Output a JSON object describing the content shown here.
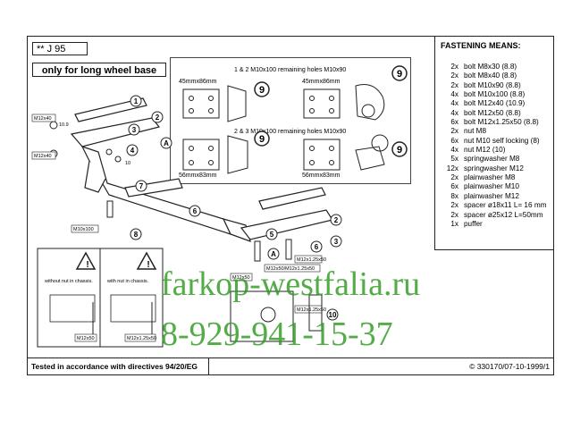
{
  "header": {
    "code": "** J 95",
    "note": "only for long wheel base"
  },
  "fastening": {
    "title": "FASTENING MEANS:",
    "items": [
      {
        "qty": "2x",
        "desc": "bolt M8x30 (8.8)"
      },
      {
        "qty": "2x",
        "desc": "bolt M8x40 (8.8)"
      },
      {
        "qty": "2x",
        "desc": "bolt M10x90 (8.8)"
      },
      {
        "qty": "4x",
        "desc": "bolt M10x100 (8.8)"
      },
      {
        "qty": "4x",
        "desc": "bolt M12x40 (10.9)"
      },
      {
        "qty": "4x",
        "desc": "bolt M12x50 (8.8)"
      },
      {
        "qty": "6x",
        "desc": "bolt M12x1.25x50 (8.8)"
      },
      {
        "qty": "2x",
        "desc": "nut M8"
      },
      {
        "qty": "6x",
        "desc": "nut M10 self locking (8)"
      },
      {
        "qty": "4x",
        "desc": "nut M12 (10)"
      },
      {
        "qty": "5x",
        "desc": "springwasher M8"
      },
      {
        "qty": "12x",
        "desc": "springwasher M12"
      },
      {
        "qty": "2x",
        "desc": "plainwasher M8"
      },
      {
        "qty": "6x",
        "desc": "plainwasher M10"
      },
      {
        "qty": "8x",
        "desc": "plainwasher M12"
      },
      {
        "qty": "2x",
        "desc": "spacer ø18x11 L= 16 mm"
      },
      {
        "qty": "2x",
        "desc": "spacer ø25x12 L=50mm"
      },
      {
        "qty": "1x",
        "desc": "puffer"
      }
    ]
  },
  "detail": {
    "heading1": "1 & 2 M10x100 remaining holes M10x90",
    "heading2": "2 & 3 M10x100 remaining holes M10x90",
    "dim_a": "45mmx86mm",
    "dim_b": "45mmx86mm",
    "dim_c": "56mmx83mm",
    "dim_d": "56mmx83mm"
  },
  "labels": {
    "m12x40_a": "M12x40",
    "m12x40_b": "M12x40",
    "m10x100": "M10x100",
    "m12x50_a": "M12x50",
    "m12x50_b": "M12x50/M12x1.25x50",
    "m12x125x50_a": "M12x1.25x50",
    "m12x125x50_b": "M12x1.25x50",
    "m12x50_c": "M12x50",
    "m12x125x50_c": "M12x1.25x50",
    "val_109": "10.9",
    "val_10": "10",
    "without_nut": "without nut in chassis.",
    "with_nut": "with nut in chassis."
  },
  "callouts": [
    "1",
    "2",
    "3",
    "4",
    "5",
    "6",
    "7",
    "8",
    "9",
    "10",
    "A"
  ],
  "footer": {
    "tested": "Tested in accordance with directives 94/20/EG",
    "copyright": "© 330170/07-10-1999/1"
  },
  "watermark": {
    "line1": "farkop-westfalia.ru",
    "line2": "8-929-941-15-37"
  },
  "colors": {
    "line": "#222222",
    "watermark": "#2f9a22"
  }
}
